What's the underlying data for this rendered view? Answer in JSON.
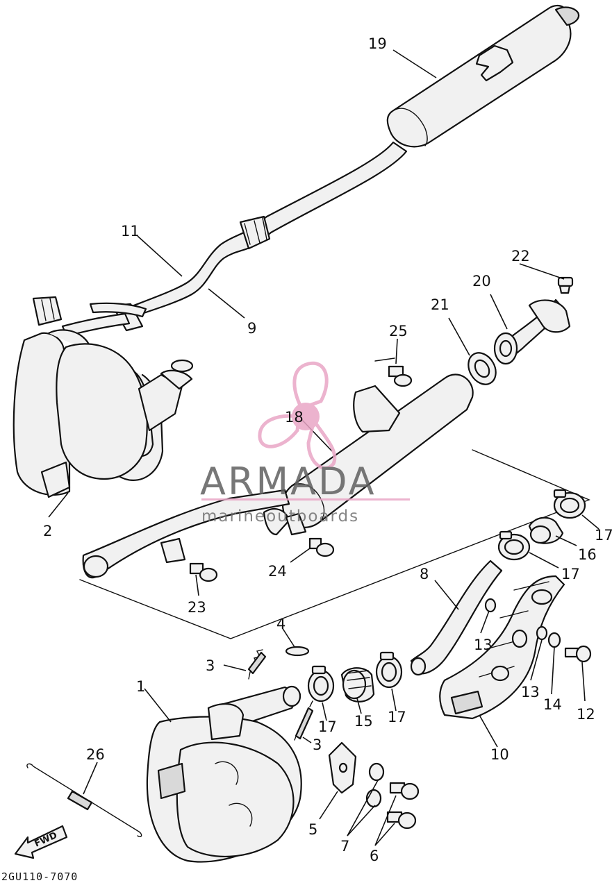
{
  "diagram_code": "2GU110-7070",
  "fwd_label": "FWD",
  "watermark": {
    "brand": "ARMADA",
    "subtitle": "marineoutboards",
    "accent_color": "#e9a6c6",
    "icon": "propeller-logo-icon"
  },
  "callouts": [
    {
      "id": "c1",
      "label": "1"
    },
    {
      "id": "c2",
      "label": "2"
    },
    {
      "id": "c3a",
      "label": "3"
    },
    {
      "id": "c3b",
      "label": "3"
    },
    {
      "id": "c4",
      "label": "4"
    },
    {
      "id": "c5",
      "label": "5"
    },
    {
      "id": "c6",
      "label": "6"
    },
    {
      "id": "c7",
      "label": "7"
    },
    {
      "id": "c8",
      "label": "8"
    },
    {
      "id": "c9",
      "label": "9"
    },
    {
      "id": "c10",
      "label": "10"
    },
    {
      "id": "c11",
      "label": "11"
    },
    {
      "id": "c12",
      "label": "12"
    },
    {
      "id": "c13a",
      "label": "13"
    },
    {
      "id": "c13b",
      "label": "13"
    },
    {
      "id": "c14",
      "label": "14"
    },
    {
      "id": "c15",
      "label": "15"
    },
    {
      "id": "c16",
      "label": "16"
    },
    {
      "id": "c17a",
      "label": "17"
    },
    {
      "id": "c17b",
      "label": "17"
    },
    {
      "id": "c17c",
      "label": "17"
    },
    {
      "id": "c17d",
      "label": "17"
    },
    {
      "id": "c18",
      "label": "18"
    },
    {
      "id": "c19",
      "label": "19"
    },
    {
      "id": "c20",
      "label": "20"
    },
    {
      "id": "c21",
      "label": "21"
    },
    {
      "id": "c22",
      "label": "22"
    },
    {
      "id": "c23",
      "label": "23"
    },
    {
      "id": "c24",
      "label": "24"
    },
    {
      "id": "c25",
      "label": "25"
    },
    {
      "id": "c26",
      "label": "26"
    }
  ]
}
